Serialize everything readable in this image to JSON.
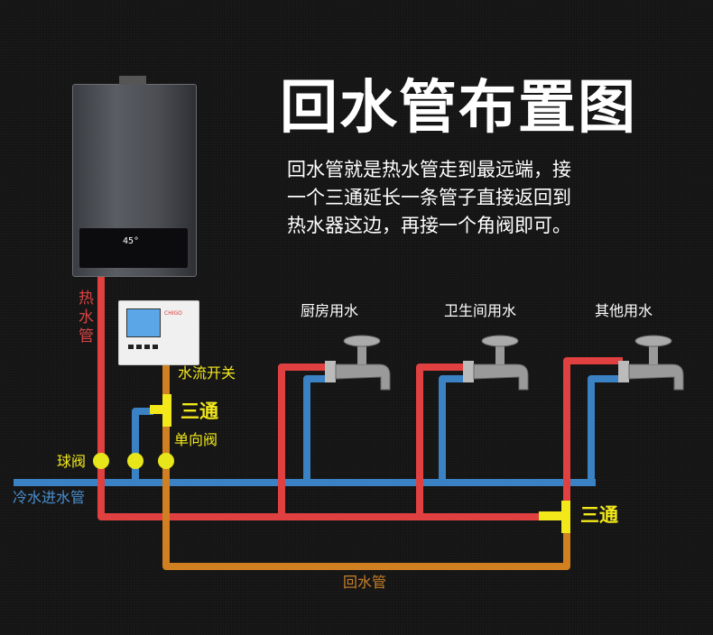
{
  "title": "回水管布置图",
  "description": [
    "回水管就是热水管走到最远端，接",
    "一个三通延长一条管子直接返回到",
    "热水器这边，再接一个角阀即可。"
  ],
  "labels": {
    "hot_pipe": [
      "热",
      "水",
      "管"
    ],
    "flow_switch": "水流开关",
    "tee": "三通",
    "check_valve": "单向阀",
    "ball_valve": "球阀",
    "cold_inlet": "冷水进水管",
    "return_pipe": "回水管",
    "tee_right": "三通"
  },
  "outlets": [
    "厨房用水",
    "卫生间用水",
    "其他用水"
  ],
  "heater": {
    "display": "45°"
  },
  "controller": {
    "brand": "CHIGO"
  },
  "colors": {
    "hot": "#e04040",
    "cold": "#3a82c4",
    "return": "#d08020",
    "tee": "#f2e81a",
    "label_hot": "#d94343",
    "label_cold": "#4a8fd0",
    "label_return": "#c8802a",
    "label_yellow": "#f2e81a"
  }
}
